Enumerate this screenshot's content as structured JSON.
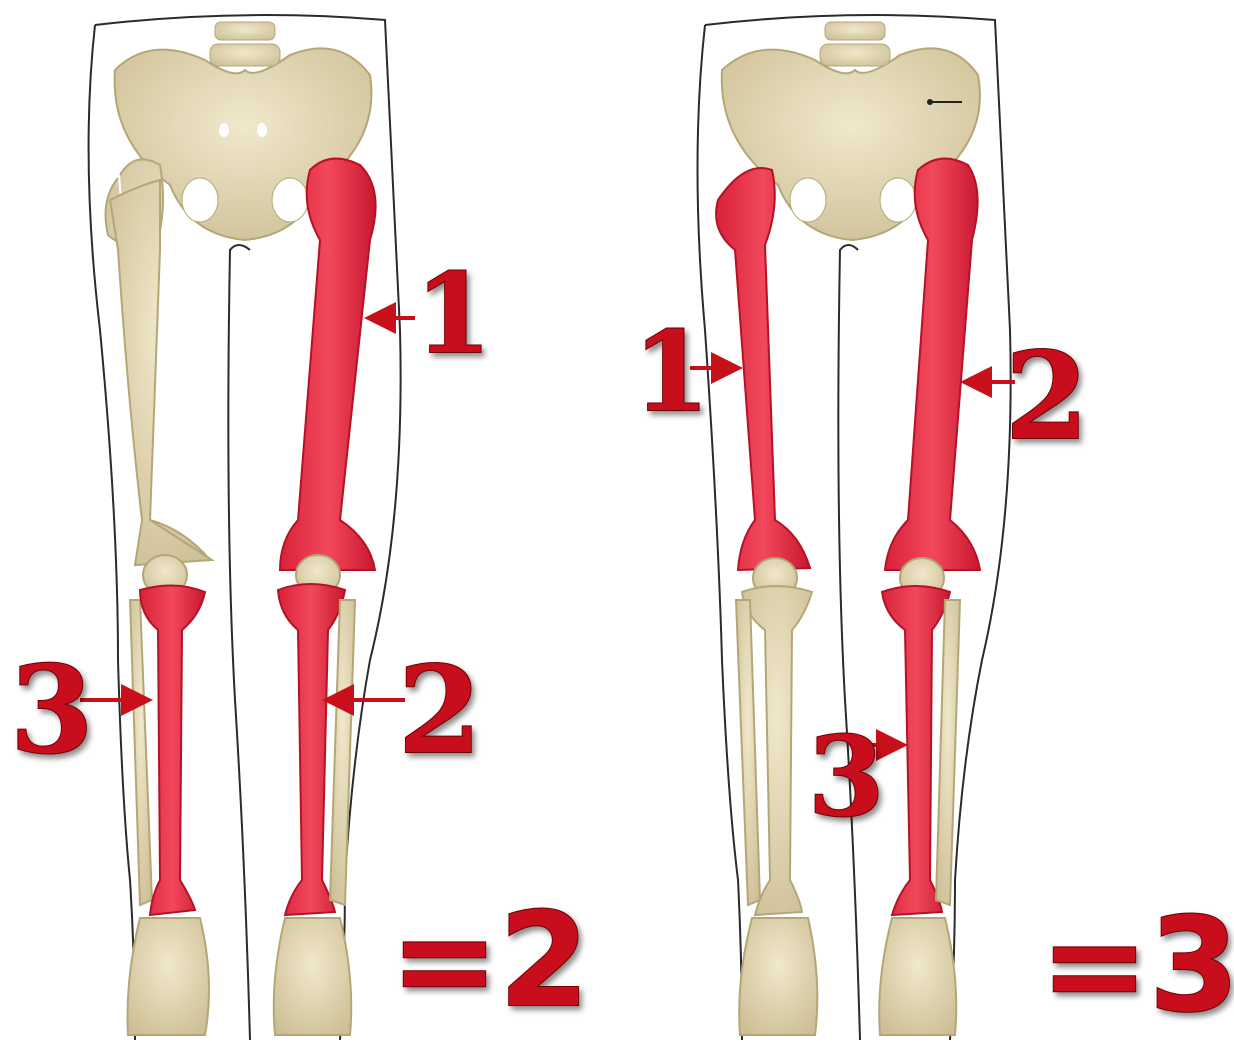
{
  "colors": {
    "highlight_bone": "#e8344a",
    "plain_bone": "#e6dcbd",
    "outline": "#2b2b2b",
    "label_red": "#c8101a"
  },
  "left_figure": {
    "markers": [
      "1",
      "2",
      "3"
    ],
    "result": "=2"
  },
  "right_figure": {
    "markers": [
      "1",
      "2",
      "3"
    ],
    "result": "=3"
  }
}
